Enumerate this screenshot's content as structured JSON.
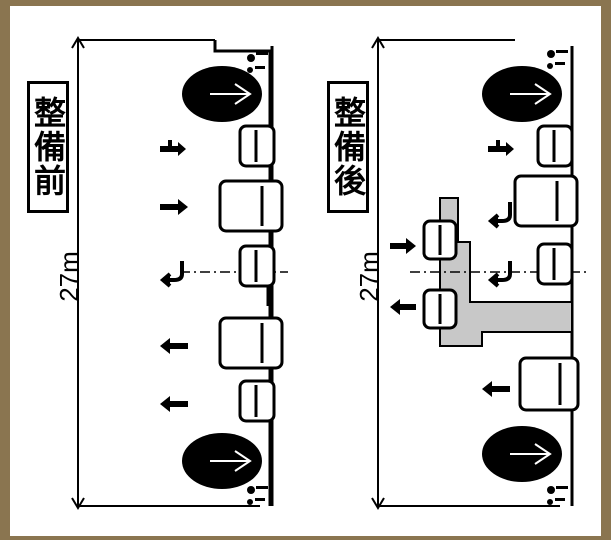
{
  "panels": [
    {
      "id": "before",
      "title": "整備前",
      "width_label": "27m",
      "centerline_symbol": "℄"
    },
    {
      "id": "after",
      "title": "整備後",
      "width_label": "27m",
      "centerline_symbol": "℄"
    }
  ],
  "colors": {
    "background": "#8a7550",
    "line": "#000000",
    "median_fill": "#c8c8c8"
  },
  "icons": [
    "tree-icon",
    "pedestrian-icon",
    "car-icon",
    "bus-icon",
    "arrow-left-icon",
    "arrow-right-icon",
    "u-turn-icon",
    "right-turn-icon"
  ]
}
